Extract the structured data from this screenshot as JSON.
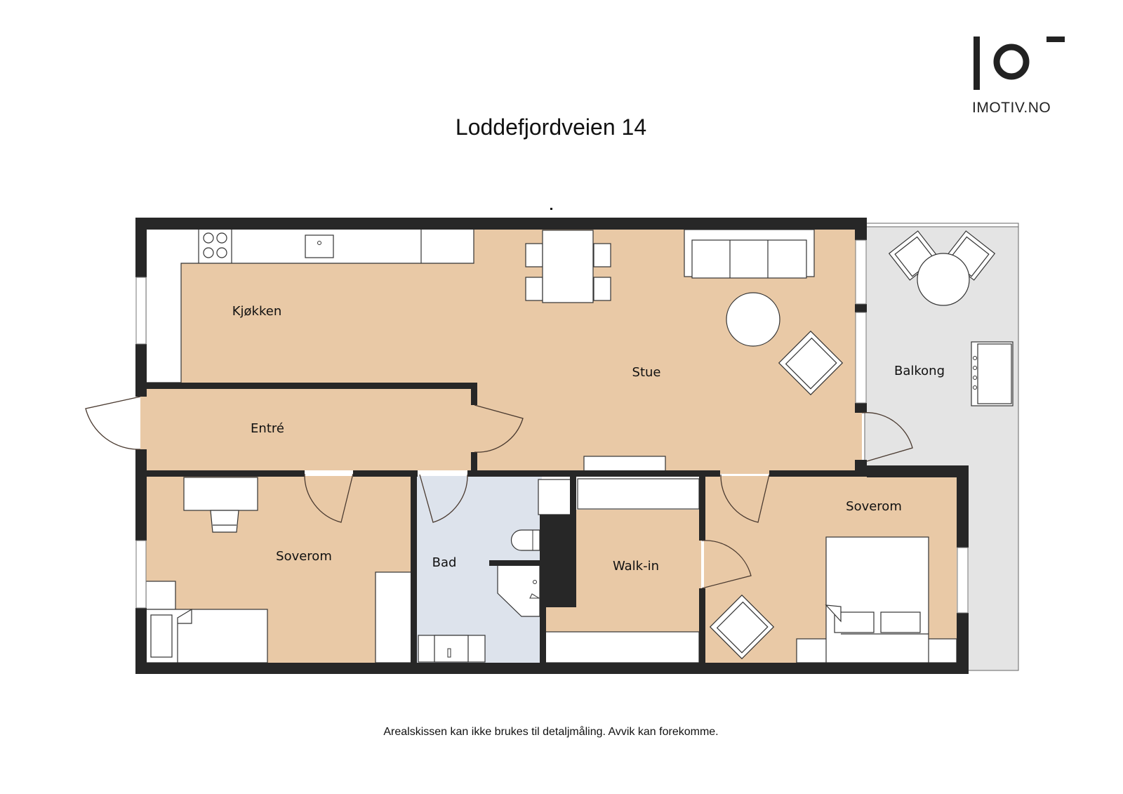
{
  "header": {
    "title": "Loddefjordveien 14",
    "logo_text": "IMOTIV.NO"
  },
  "rooms": {
    "kitchen": "Kjøkken",
    "living": "Stue",
    "balcony": "Balkong",
    "entry": "Entré",
    "bedroom_1": "Soverom",
    "bathroom": "Bad",
    "walk_in": "Walk-in",
    "bedroom_2": "Soverom"
  },
  "colors": {
    "wall": "#272727",
    "room_floor": "#e9c9a6",
    "bathroom_floor": "#dde3ec",
    "balcony_floor": "#e4e4e4",
    "furniture": "#ffffff"
  },
  "footer": {
    "disclaimer": "Arealskissen kan ikke brukes til detaljmåling. Avvik kan forekomme."
  }
}
